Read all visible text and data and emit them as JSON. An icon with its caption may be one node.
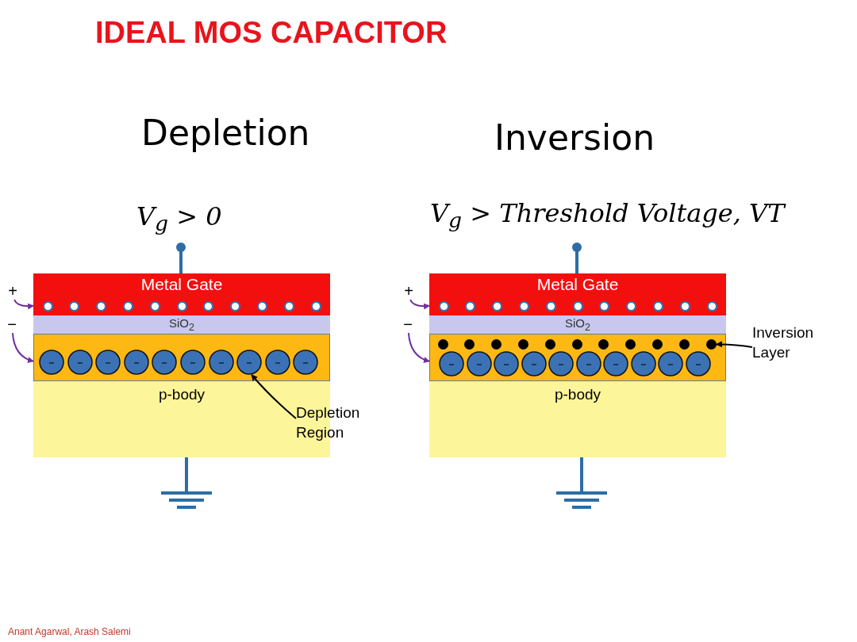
{
  "diagram": {
    "title": "IDEAL MOS CAPACITOR",
    "nodes": [
      {
        "text": [
          "+"
        ]
      },
      {
        "text": [
          "−"
        ]
      },
      {
        "text": [
          "Metal Gate"
        ]
      },
      {
        "text": [
          "SiO$_{2}$"
        ]
      },
      {
        "text": [],
        "shape": "box"
      },
      {
        "text": [],
        "shape": "circle",
        "in": 4
      },
      {
        "text": [
          "p-body"
        ]
      },
      {
        "text": [
          "Depletion Region"
        ]
      },
      {
        "text": [
          "+"
        ]
      },
      {
        "text": [
          "−"
        ]
      },
      {
        "text": [
          "Metal Gate"
        ]
      },
      {
        "text": [
          "SiO$_{2}$"
        ]
      },
      {
        "text": [],
        "shape": "box"
      },
      {
        "text": [],
        "shape": "circle",
        "in": 12
      },
      {
        "text": [
          "p-body"
        ]
      },
      {
        "text": [
          "Inversion Layer"
        ]
      }
    ],
    "edges": [
      {
        "from": 0,
        "to": 2,
        "arrow": "to"
      },
      {
        "from": 1,
        "to": 4,
        "arrow": "to"
      },
      {
        "from": 7,
        "to": 5,
        "arrow": "to",
        "color": "#000000"
      },
      {
        "from": 8,
        "to": 10,
        "arrow": "to"
      },
      {
        "from": 9,
        "to": 12,
        "arrow": "to"
      },
      {
        "from": 15,
        "to": 13,
        "arrow": "to",
        "color": "#000000"
      }
    ],
    "labels": [
      "Depletion",
      "Inversion",
      "V$_{g}$ > 0",
      "V$_{g}$ > Threshold Voltage, VT",
      "Anant Agarwal, Arash Salemi"
    ]
  }
}
